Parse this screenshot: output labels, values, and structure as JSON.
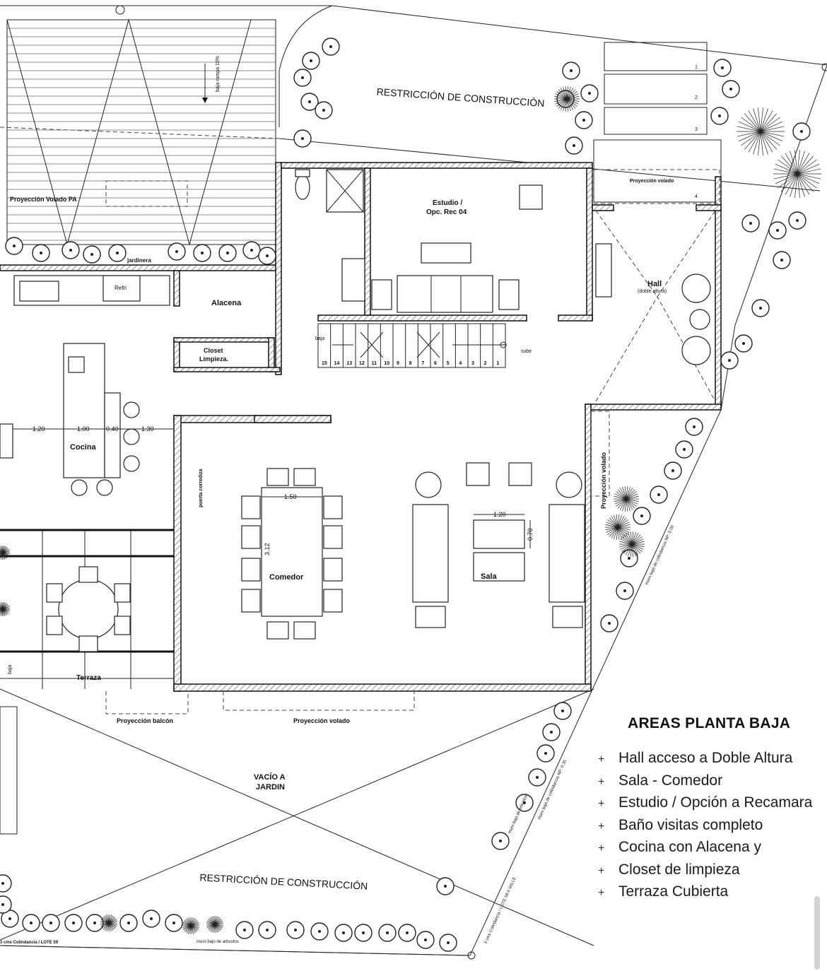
{
  "plan": {
    "rooms": {
      "studio_line1": "Estudio /",
      "studio_line2": "Opc. Rec 04",
      "hall": "Hall",
      "hall_sub": "(doble altura)",
      "pantry": "Alacena",
      "closet_line1": "Closet",
      "closet_line2": "Limpieza.",
      "kitchen": "Cocina",
      "dining": "Comedor",
      "living": "Sala",
      "terrace": "Terraza",
      "fridge": "Refri",
      "planter": "jardinera",
      "garden_line1": "VACÍO A",
      "garden_line2": "JARDIN"
    },
    "labels": {
      "restriction_top": "RESTRICCIÓN DE CONSTRUCCIÓN",
      "restriction_bottom": "RESTRICCIÓN DE CONSTRUCCIÓN",
      "projection_pa": "Proyección Volado PA",
      "projection_overhang_top": "Proyección volado",
      "projection_overhang_side": "Proyección volado",
      "projection_balcony": "Proyección balcón",
      "projection_overhang_bottom": "Proyección volado",
      "sliding_door": "puerta corrediza",
      "ramp": "baja rampa 15%",
      "stair_down": "baja",
      "stair_up": "sube",
      "terrace_down": "baja",
      "low_wall_shrubs_1": "muro bajo de arbustos",
      "low_wall_shrubs_2": "muro bajo de arbustos",
      "boundary_wall_1": "muro bajo de colindancia NP: 0.00",
      "boundary_wall_2": "muro bajo de colindancia NP: 0.35",
      "boundary_wall_3": "3 cms Colindancia / LOTE 58 A VALLE",
      "lot_boundary": "3 cms Colindancia / LOTE 59"
    },
    "dimensions": {
      "kitchen_a": "1.20",
      "kitchen_b": "1.00",
      "kitchen_c": "0.40",
      "kitchen_d": "1.30",
      "table_w": "1.50",
      "table_l": "3.12",
      "coffee_w": "1.20",
      "coffee_d": "0.70"
    },
    "parking_numbers": [
      "1",
      "2",
      "3",
      "4"
    ],
    "stair_steps": [
      "15",
      "14",
      "13",
      "12",
      "11",
      "10",
      "9",
      "8",
      "7",
      "6",
      "5",
      "4",
      "3",
      "2",
      "1"
    ]
  },
  "legend": {
    "title": "AREAS PLANTA BAJA",
    "bullet": "+",
    "items": [
      "Hall acceso a Doble Altura",
      "Sala - Comedor",
      "Estudio / Opción a Recamara",
      "Baño visitas completo",
      "Cocina con Alacena y",
      "Closet de limpieza",
      "Terraza Cubierta"
    ]
  }
}
